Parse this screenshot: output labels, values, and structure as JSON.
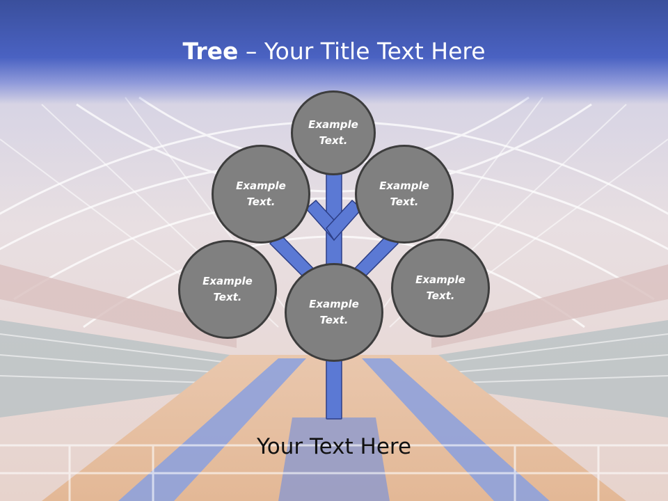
{
  "slide": {
    "title_bold": "Tree",
    "title_dash": " – ",
    "title_rest": "Your Title Text Here",
    "caption": "Your Text Here"
  },
  "tree": {
    "nodes": [
      {
        "id": "top",
        "text": "Example Text."
      },
      {
        "id": "upper-left",
        "text": "Example Text."
      },
      {
        "id": "upper-right",
        "text": "Example Text."
      },
      {
        "id": "lower-left",
        "text": "Example Text."
      },
      {
        "id": "lower-right",
        "text": "Example Text."
      },
      {
        "id": "center",
        "text": "Example Text."
      }
    ]
  },
  "colors": {
    "title_band": "#4a62c2",
    "trunk": "#5b79d4",
    "trunk_outline": "#2c3e86",
    "node_fill": "#808080",
    "node_border": "#3d3d3d",
    "node_text": "#ffffff",
    "caption_text": "#111111"
  }
}
